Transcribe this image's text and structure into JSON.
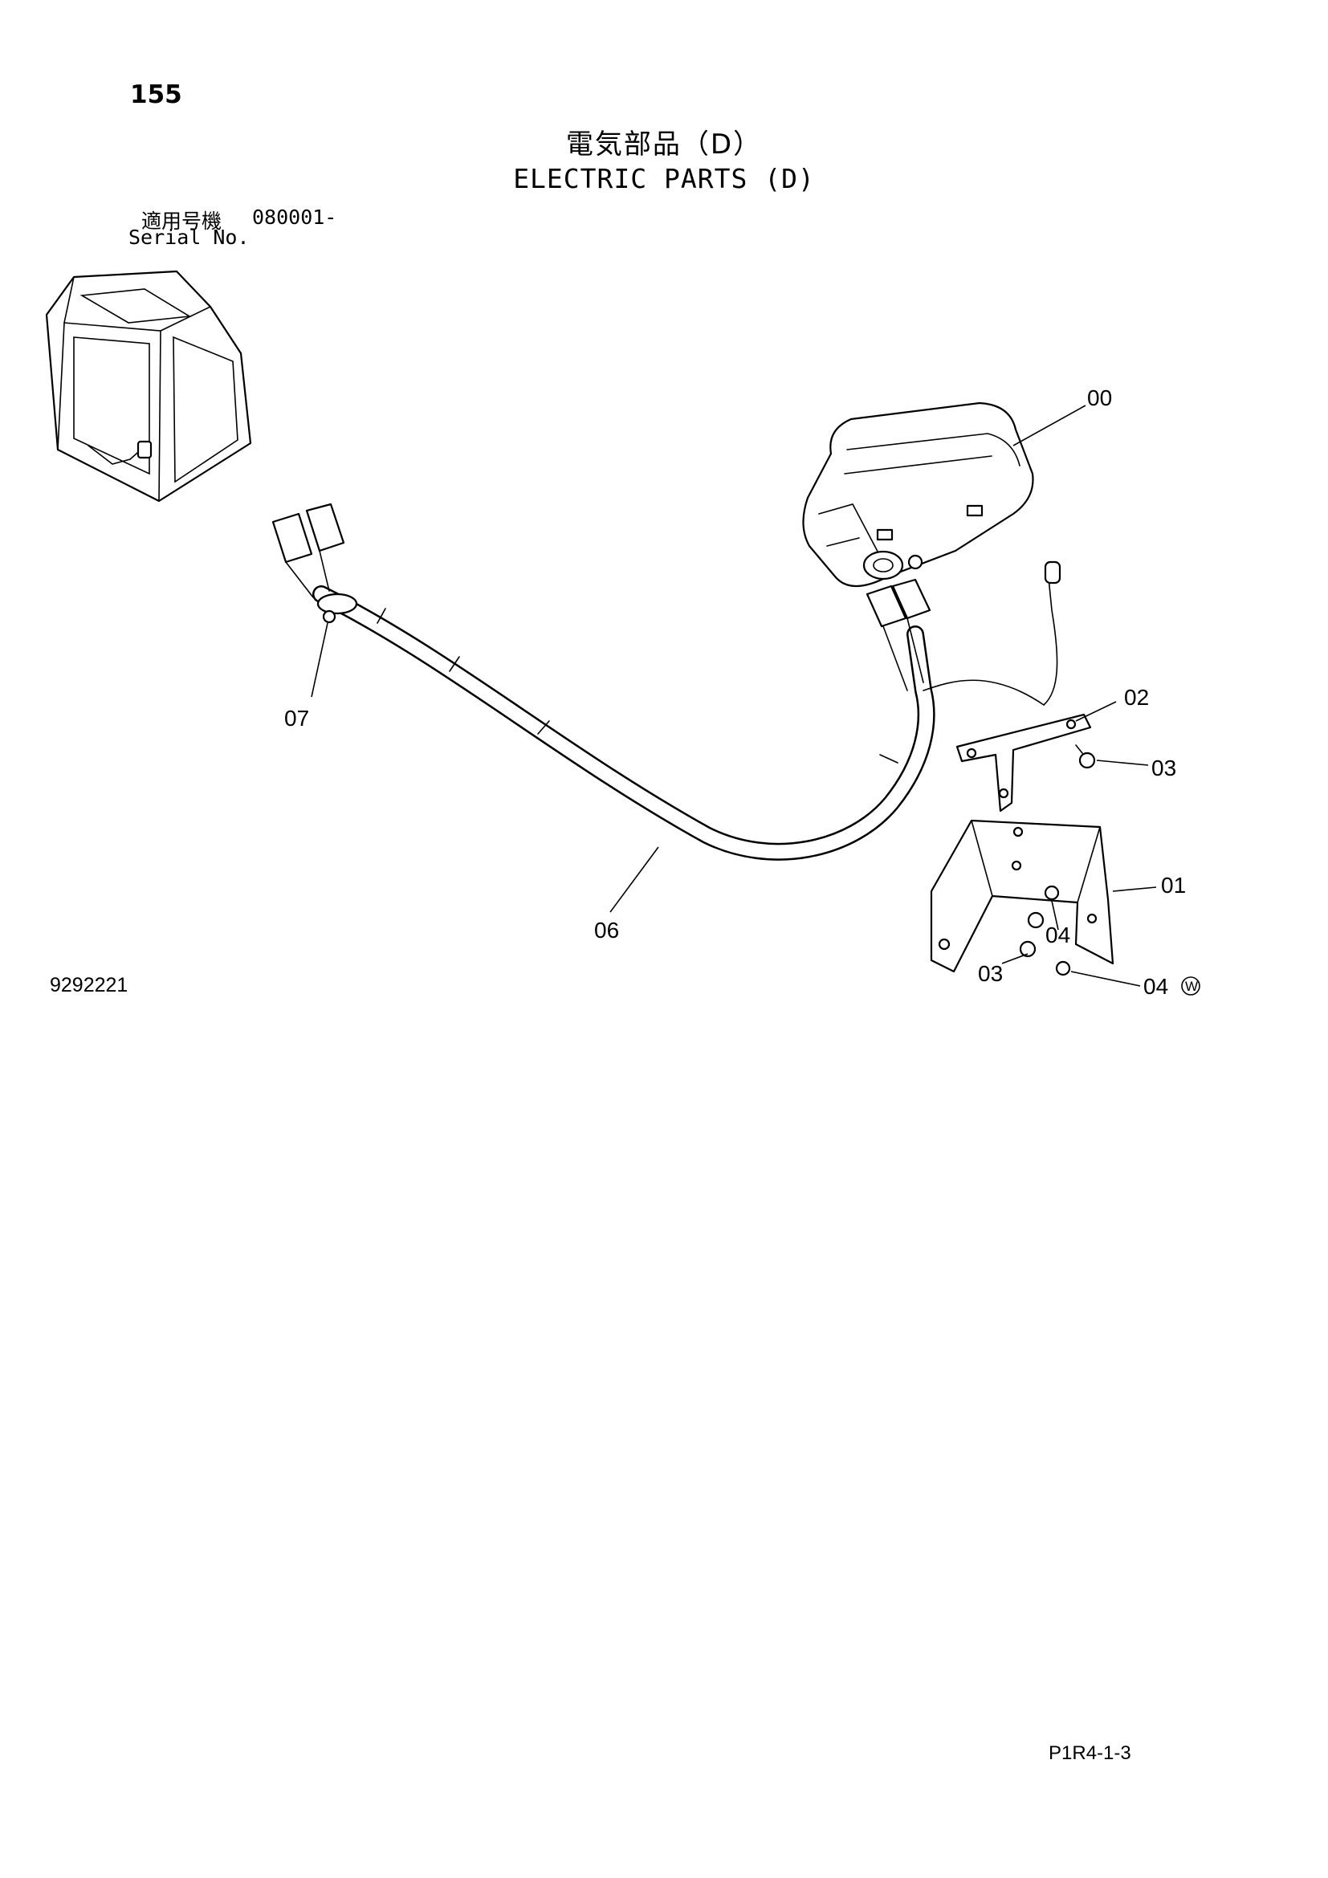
{
  "header": {
    "page_number": "155",
    "title_jp": "電気部品（D）",
    "title_en": "ELECTRIC PARTS (D)",
    "serial_label_jp": "適用号機",
    "serial_value": "080001-",
    "serial_label_en": "Serial No."
  },
  "callouts": {
    "p00": "00",
    "p01": "01",
    "p02": "02",
    "p03a": "03",
    "p03b": "03",
    "p04a": "04",
    "p04b": "04",
    "p06": "06",
    "p07": "07",
    "washer_mark": "W"
  },
  "footer": {
    "drawing_number": "9292221",
    "reference_code": "P1R4-1-3"
  }
}
